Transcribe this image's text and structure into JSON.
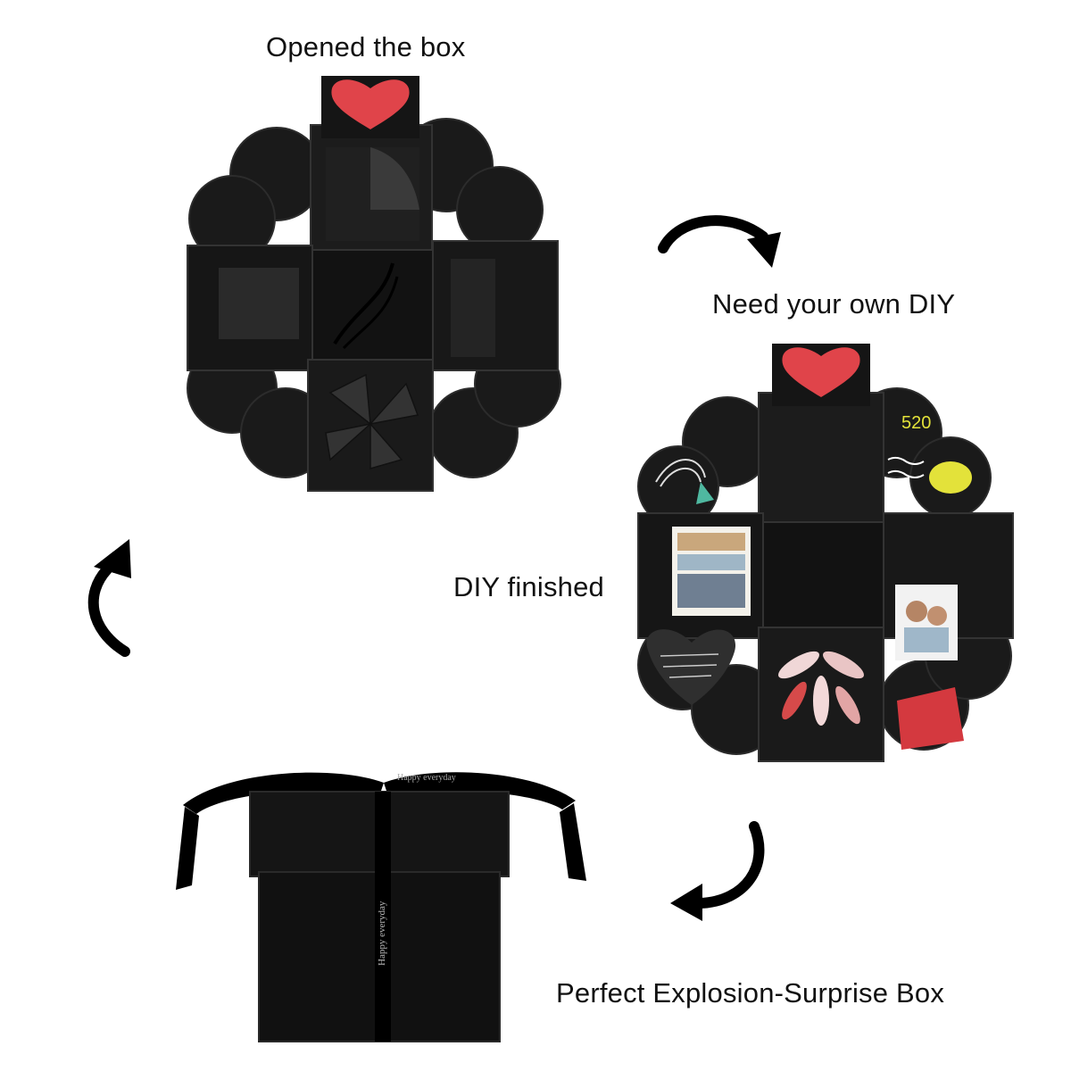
{
  "captions": {
    "opened": "Opened the box",
    "need_diy": "Need your own DIY",
    "diy_finished": "DIY finished",
    "perfect": "Perfect Explosion-Surprise Box"
  },
  "decor": {
    "score_520": "520",
    "ribbon_text": "Happy everyday"
  },
  "colors": {
    "box_black": "#141414",
    "panel_black": "#1e1e1e",
    "heart_red": "#e0444a",
    "highlight_yellow": "#e3e23a"
  },
  "icons": [
    "curved-arrow-icon",
    "heart-icon",
    "ribbon-bow-icon"
  ]
}
